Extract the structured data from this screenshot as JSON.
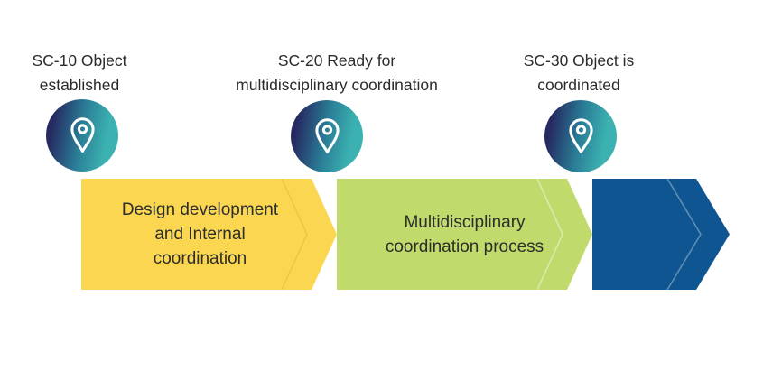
{
  "diagram": {
    "title": "Coordination process flow",
    "background_color": "#FFFFFF",
    "heading_text_color": "#2B2B2B",
    "stage_text_color": "#2D2D2D",
    "milestones": [
      {
        "label": "SC-10 Object\nestablished",
        "icon": "location-pin-icon"
      },
      {
        "label": "SC-20 Ready for\nmultidisciplinary coordination",
        "icon": "location-pin-icon"
      },
      {
        "label": "SC-30 Object is\ncoordinated",
        "icon": "location-pin-icon"
      }
    ],
    "pin_badge": {
      "gradient_start": "#252A61",
      "gradient_end": "#3BB2B1",
      "pin_color": "#FFFFFF"
    },
    "stages": [
      {
        "label": "Design development\nand Internal\ncoordination",
        "color": "#FBD751",
        "accent_line": "rgba(0,0,0,0.08)"
      },
      {
        "label": "Multidisciplinary\ncoordination process",
        "color": "#C0DB6B",
        "accent_line": "rgba(255,255,255,0.45)"
      },
      {
        "label": "",
        "color": "#0F5591",
        "accent_line": "rgba(255,255,255,0.35)"
      }
    ]
  }
}
